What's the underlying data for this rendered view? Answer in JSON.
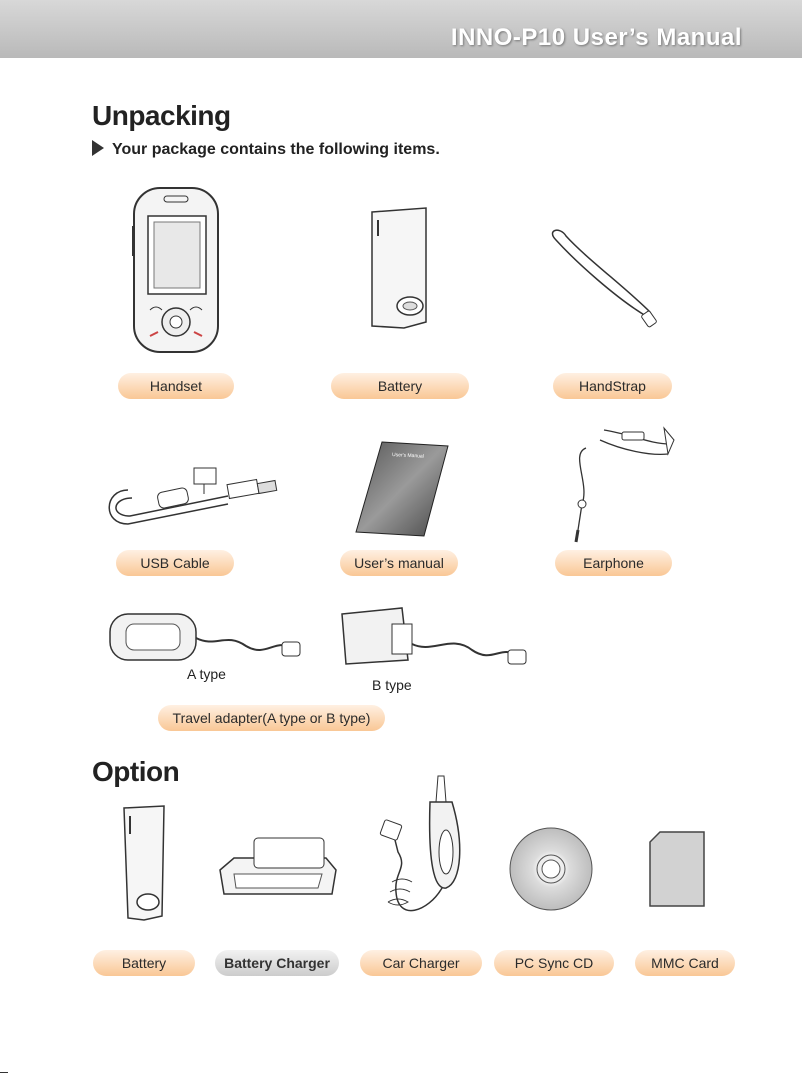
{
  "header": {
    "title": "INNO-P10 User’s Manual"
  },
  "unpacking": {
    "heading": "Unpacking",
    "intro": "Your package contains the following items.",
    "items": [
      {
        "label": "Handset",
        "icon": "handset-icon"
      },
      {
        "label": "Battery",
        "icon": "battery-icon"
      },
      {
        "label": "HandStrap",
        "icon": "hand-strap-icon"
      },
      {
        "label": "USB Cable",
        "icon": "usb-cable-icon"
      },
      {
        "label": "User’s manual",
        "icon": "users-manual-icon"
      },
      {
        "label": "Earphone",
        "icon": "earphone-icon"
      }
    ],
    "adapter": {
      "a_caption": "A type",
      "b_caption": "B type",
      "label": "Travel adapter(A type or B type)"
    }
  },
  "option": {
    "heading": "Option",
    "items": [
      {
        "label": "Battery",
        "icon": "battery-icon"
      },
      {
        "label": "Battery Charger",
        "icon": "battery-charger-icon"
      },
      {
        "label": "Car Charger",
        "icon": "car-charger-icon"
      },
      {
        "label": "PC Sync CD",
        "icon": "cd-icon"
      },
      {
        "label": "MMC Card",
        "icon": "mmc-card-icon"
      }
    ]
  },
  "manual_cover_text": "User's Manual"
}
